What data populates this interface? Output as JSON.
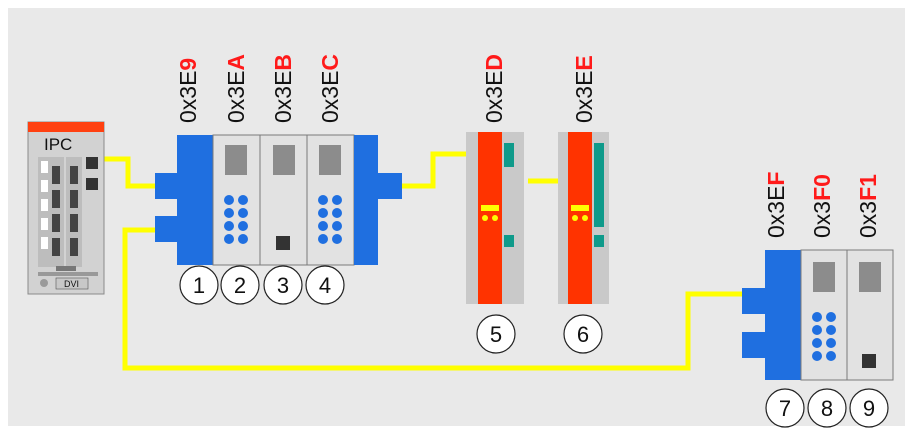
{
  "ipc": {
    "label": "IPC",
    "port_label": "DVI"
  },
  "addresses": [
    {
      "id": "a1",
      "prefix": "0x3E",
      "suffix": "9"
    },
    {
      "id": "a2",
      "prefix": "0x3E",
      "suffix": "A"
    },
    {
      "id": "a3",
      "prefix": "0x3E",
      "suffix": "B"
    },
    {
      "id": "a4",
      "prefix": "0x3E",
      "suffix": "C"
    },
    {
      "id": "a5",
      "prefix": "0x3E",
      "suffix": "D"
    },
    {
      "id": "a6",
      "prefix": "0x3E",
      "suffix": "E"
    },
    {
      "id": "a7",
      "prefix": "0x3E",
      "suffix": "F"
    },
    {
      "id": "a8",
      "prefix": "0x3",
      "suffix": "F0"
    },
    {
      "id": "a9",
      "prefix": "0x3",
      "suffix": "F1"
    }
  ],
  "slot_numbers": [
    "1",
    "2",
    "3",
    "4",
    "5",
    "6",
    "7",
    "8",
    "9"
  ],
  "colors": {
    "background": "#e9e9e9",
    "coupler_blue": "#1f6fe0",
    "module_grey": "#e2e2e2",
    "cable_yellow": "#ffff00",
    "eth_red": "#ff3300",
    "eth_teal": "#0f9a8a",
    "address_highlight": "#ff1a1a",
    "ipc_top": "#ff4010"
  }
}
